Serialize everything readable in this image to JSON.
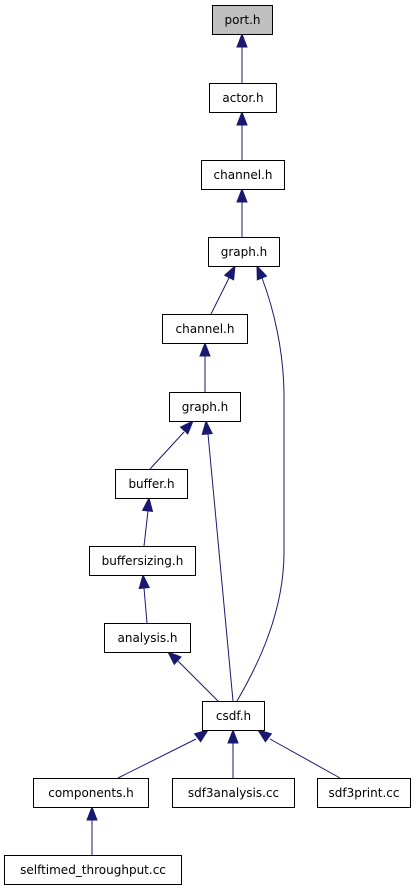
{
  "diagram": {
    "type": "include-dependency-graph",
    "colors": {
      "edge": "#191970",
      "node_border": "#000000",
      "node_fill": "#ffffff",
      "highlight_fill": "#bfbfbf"
    },
    "nodes": [
      {
        "id": "port_h",
        "label": "port.h",
        "highlight": true
      },
      {
        "id": "actor_h",
        "label": "actor.h"
      },
      {
        "id": "channel_h_1",
        "label": "channel.h"
      },
      {
        "id": "graph_h_1",
        "label": "graph.h"
      },
      {
        "id": "channel_h_2",
        "label": "channel.h"
      },
      {
        "id": "graph_h_2",
        "label": "graph.h"
      },
      {
        "id": "buffer_h",
        "label": "buffer.h"
      },
      {
        "id": "buffersizing_h",
        "label": "buffersizing.h"
      },
      {
        "id": "analysis_h",
        "label": "analysis.h"
      },
      {
        "id": "csdf_h",
        "label": "csdf.h"
      },
      {
        "id": "components_h",
        "label": "components.h"
      },
      {
        "id": "sdf3analysis_cc",
        "label": "sdf3analysis.cc"
      },
      {
        "id": "sdf3print_cc",
        "label": "sdf3print.cc"
      },
      {
        "id": "selftimed_throughput_cc",
        "label": "selftimed_throughput.cc"
      }
    ],
    "edges": [
      {
        "from": "actor_h",
        "to": "port_h"
      },
      {
        "from": "channel_h_1",
        "to": "actor_h"
      },
      {
        "from": "graph_h_1",
        "to": "channel_h_1"
      },
      {
        "from": "channel_h_2",
        "to": "graph_h_1"
      },
      {
        "from": "csdf_h",
        "to": "graph_h_1"
      },
      {
        "from": "graph_h_2",
        "to": "channel_h_2"
      },
      {
        "from": "buffer_h",
        "to": "graph_h_2"
      },
      {
        "from": "csdf_h",
        "to": "graph_h_2"
      },
      {
        "from": "buffersizing_h",
        "to": "buffer_h"
      },
      {
        "from": "analysis_h",
        "to": "buffersizing_h"
      },
      {
        "from": "csdf_h",
        "to": "analysis_h"
      },
      {
        "from": "components_h",
        "to": "csdf_h"
      },
      {
        "from": "sdf3analysis_cc",
        "to": "csdf_h"
      },
      {
        "from": "sdf3print_cc",
        "to": "csdf_h"
      },
      {
        "from": "selftimed_throughput_cc",
        "to": "components_h"
      }
    ]
  }
}
